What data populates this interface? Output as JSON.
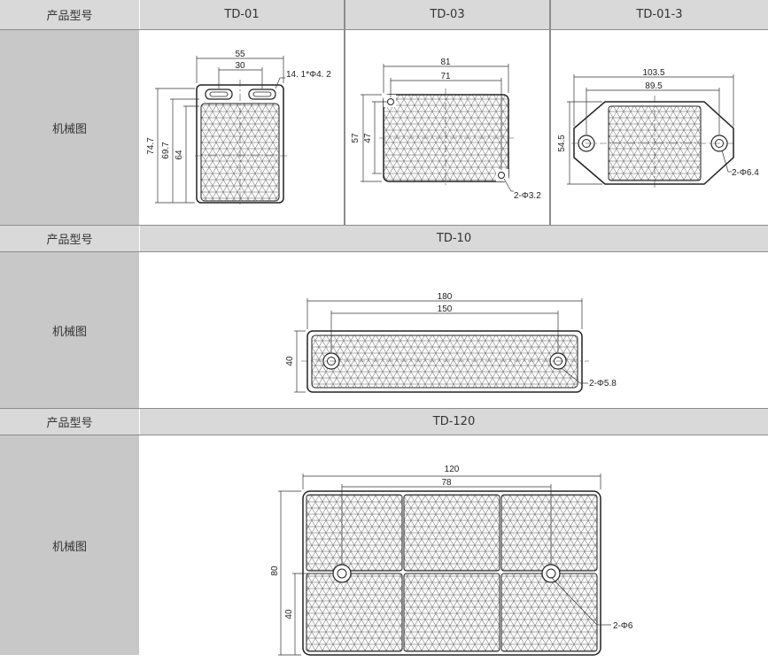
{
  "table": {
    "model_label": "产品型号",
    "drawing_label": "机械图"
  },
  "section1": {
    "models": [
      "TD-01",
      "TD-03",
      "TD-01-3"
    ],
    "td01": {
      "dim_width_outer": "55",
      "dim_width_inner": "30",
      "dim_slot": "14. 1*Φ4. 2",
      "dim_h1": "74.7",
      "dim_h2": "69.7",
      "dim_h3": "64"
    },
    "td03": {
      "dim_width_outer": "81",
      "dim_width_inner": "71",
      "dim_h1": "57",
      "dim_h2": "47",
      "dim_hole": "2-Φ3.2"
    },
    "td013": {
      "dim_width_outer": "103.5",
      "dim_width_inner": "89.5",
      "dim_h": "54.5",
      "dim_hole": "2-Φ6.4"
    }
  },
  "section2": {
    "model": "TD-10",
    "td10": {
      "dim_width_outer": "180",
      "dim_width_inner": "150",
      "dim_h": "40",
      "dim_hole": "2-Φ5.8"
    }
  },
  "section3": {
    "model": "TD-120",
    "td120": {
      "dim_width_outer": "120",
      "dim_width_inner": "78",
      "dim_h_outer": "80",
      "dim_h_inner": "40",
      "dim_hole": "2-Φ6"
    }
  }
}
